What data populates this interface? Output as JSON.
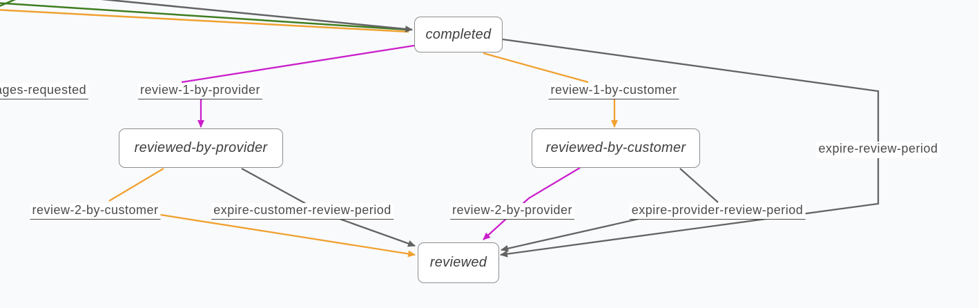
{
  "colors": {
    "gray": "#636363",
    "green": "#3e7d1f",
    "orange": "#f0a12f",
    "magenta": "#cb1fcb",
    "node_border": "#8d8d8d",
    "node_text": "#3f3f3f",
    "label_text": "#4a4a4a",
    "background": "#f9fafc"
  },
  "states": {
    "completed": "completed",
    "reviewed_by_provider": "reviewed-by-provider",
    "reviewed_by_customer": "reviewed-by-customer",
    "reviewed": "reviewed"
  },
  "transitions": {
    "ages_requested": "ages-requested",
    "review_1_by_provider": "review-1-by-provider",
    "review_1_by_customer": "review-1-by-customer",
    "review_2_by_customer": "review-2-by-customer",
    "expire_customer_review_period": "expire-customer-review-period",
    "review_2_by_provider": "review-2-by-provider",
    "expire_provider_review_period": "expire-provider-review-period",
    "expire_review_period": "expire-review-period"
  }
}
